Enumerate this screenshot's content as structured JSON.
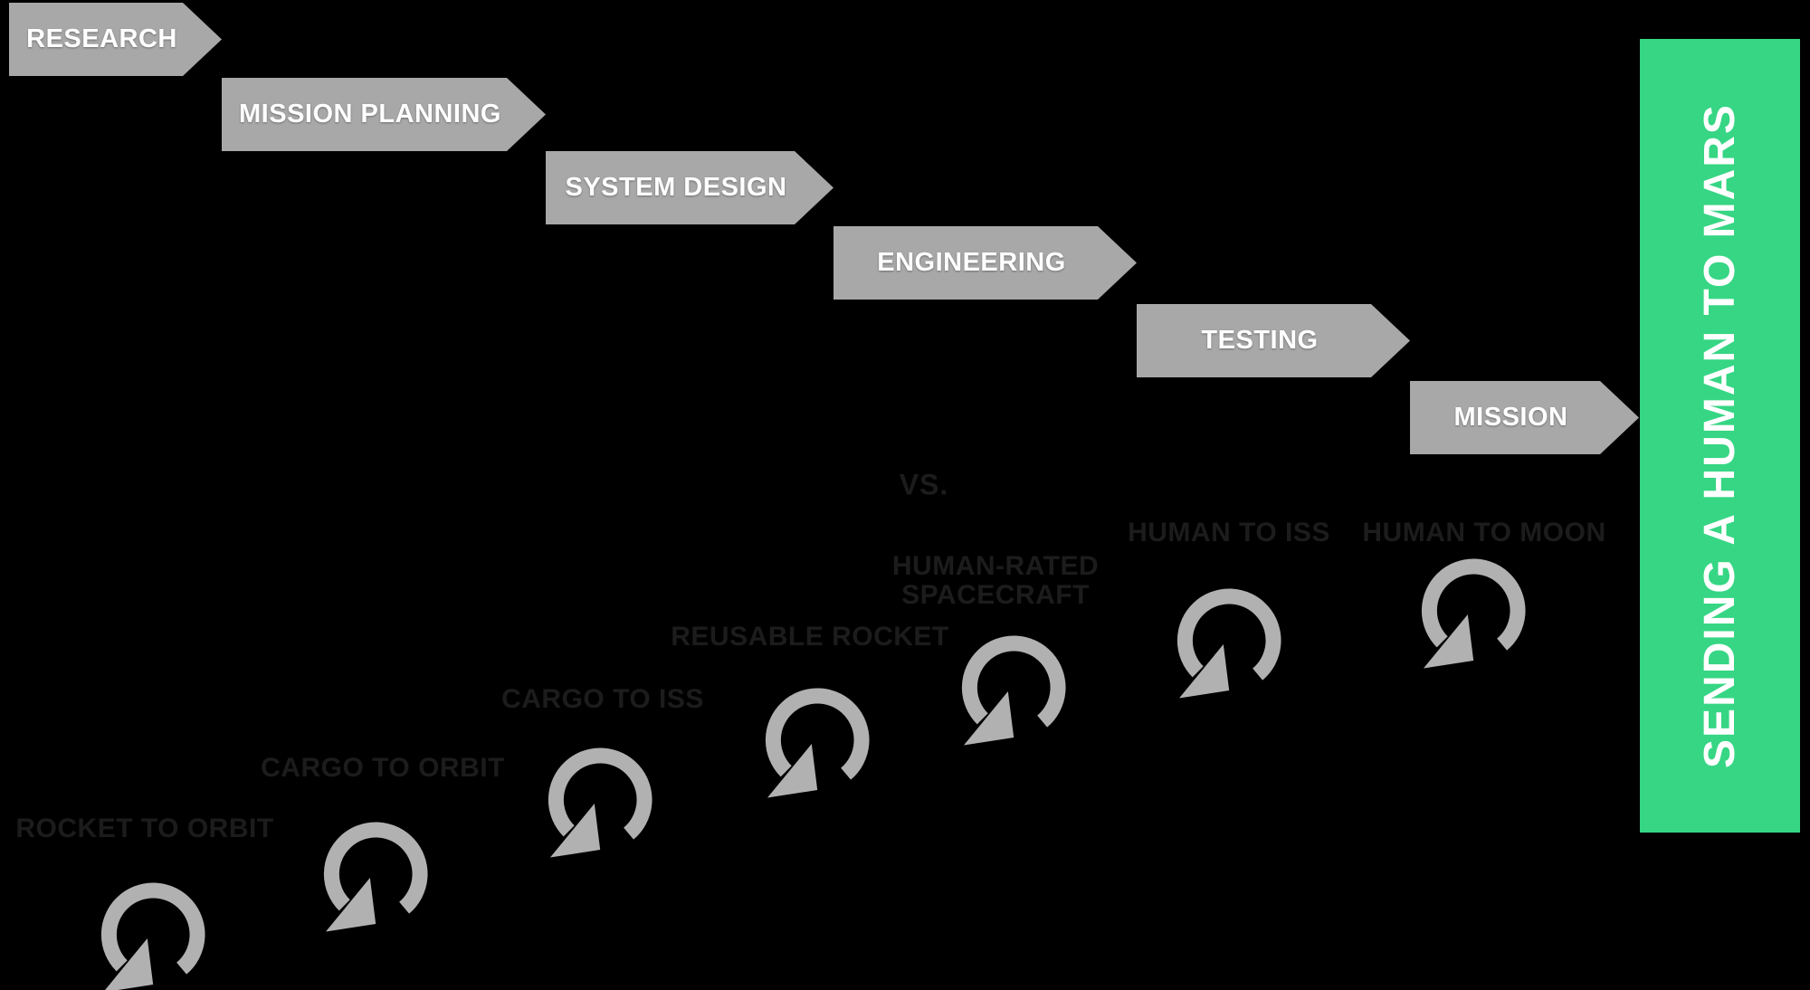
{
  "waterfall": {
    "stages": [
      {
        "label": "RESEARCH"
      },
      {
        "label": "MISSION PLANNING"
      },
      {
        "label": "SYSTEM DESIGN"
      },
      {
        "label": "ENGINEERING"
      },
      {
        "label": "TESTING"
      },
      {
        "label": "MISSION"
      }
    ]
  },
  "versus": {
    "label": "VS."
  },
  "agile": {
    "iterations": [
      {
        "label": "ROCKET TO ORBIT"
      },
      {
        "label": "CARGO TO ORBIT"
      },
      {
        "label": "CARGO TO ISS"
      },
      {
        "label": "REUSABLE ROCKET"
      },
      {
        "label": "HUMAN-RATED\nSPACECRAFT"
      },
      {
        "label": "HUMAN TO ISS"
      },
      {
        "label": "HUMAN TO MOON"
      }
    ]
  },
  "goal_banner": {
    "label": "SENDING A HUMAN TO MARS"
  },
  "icons": {
    "iteration_loop": "circular-refresh-arrow"
  },
  "colors": {
    "background": "#000000",
    "arrow_gray": "#a8a8a8",
    "icon_gray": "#b1b1b1",
    "banner_green": "#36d684",
    "muted_label": "#1c1c1c",
    "arrow_text": "#ffffff"
  }
}
